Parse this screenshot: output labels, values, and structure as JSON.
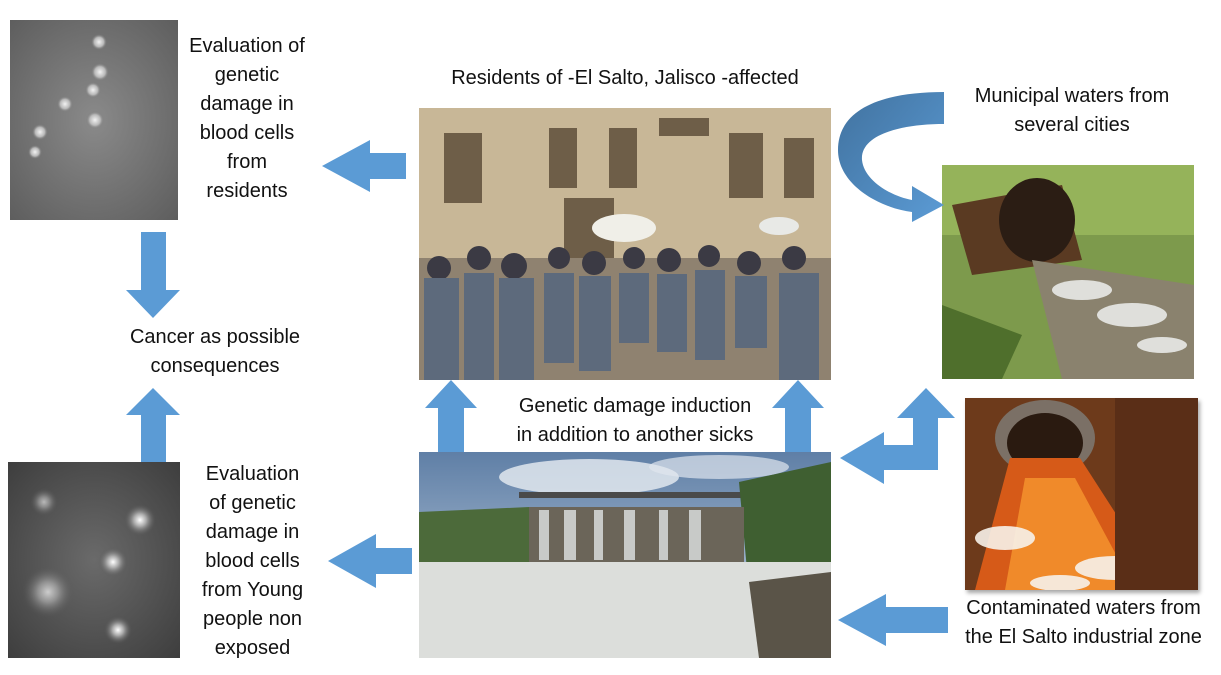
{
  "colors": {
    "arrow": "#5B9BD5",
    "arrow_dark": "#41729F"
  },
  "labels": {
    "eval_residents": "Evaluation of\ngenetic\ndamage in\nblood cells\nfrom\nresidents",
    "residents_title": "Residents of -El Salto, Jalisco -affected",
    "municipal_waters": "Municipal waters from\nseveral  cities",
    "cancer": "Cancer as  possible\nconsequences",
    "genetic_induction": "Genetic damage induction\nin addition to another sicks",
    "eval_young": "Evaluation\nof genetic\ndamage in\nblood cells\nfrom  Young\npeople non\nexposed",
    "contaminated": "Contaminated waters from\nthe El Salto industrial zone"
  }
}
